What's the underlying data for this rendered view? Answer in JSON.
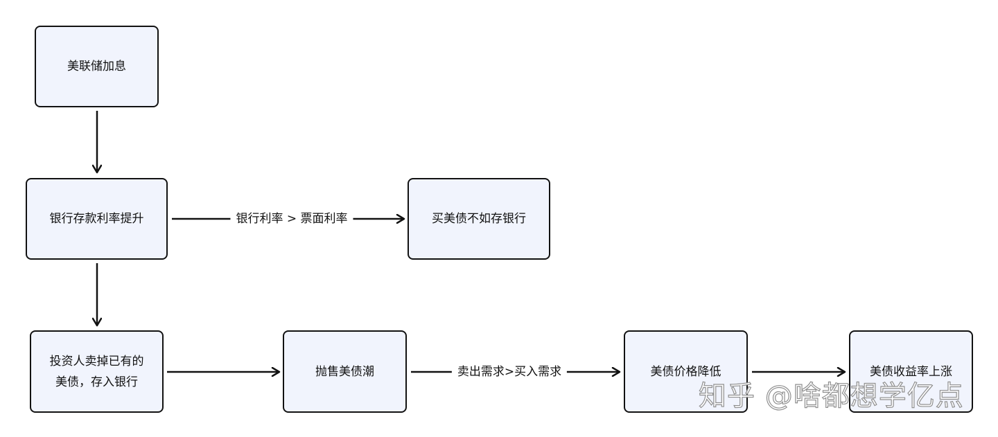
{
  "diagram": {
    "nodes": {
      "fed_rate_hike": "美联储加息",
      "bank_rate_up": "银行存款利率提升",
      "bonds_worse_than_bank": "买美债不如存银行",
      "investors_sell": "投资人卖掉已有的\n美债，存入银行",
      "selloff": "抛售美债潮",
      "price_drop": "美债价格降低",
      "yield_rise": "美债收益率上涨"
    },
    "edge_labels": {
      "bank_vs_coupon": "银行利率 > 票面利率",
      "supply_vs_demand": "卖出需求>买入需求"
    },
    "colors": {
      "node_fill": "#f1f4fd",
      "node_border": "#111111",
      "edge": "#111111"
    }
  },
  "watermark": "知乎 @啥都想学亿点"
}
